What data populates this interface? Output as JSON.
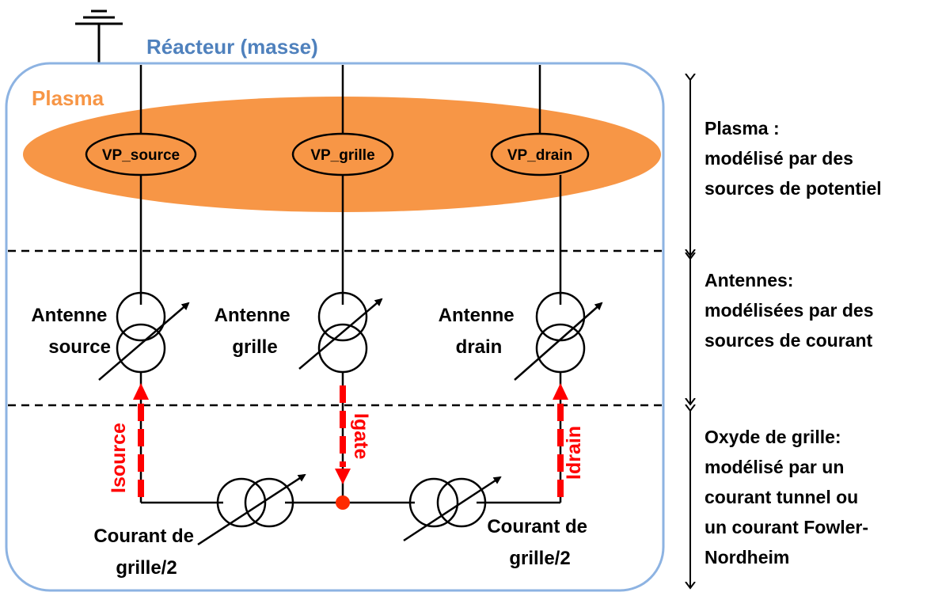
{
  "reactor_label": "Réacteur (masse)",
  "plasma_label": "Plasma",
  "sources": {
    "source": "VP_source",
    "gate": "VP_grille",
    "drain": "VP_drain"
  },
  "antennas": {
    "source": [
      "Antenne",
      "source"
    ],
    "gate": [
      "Antenne",
      "grille"
    ],
    "drain": [
      "Antenne",
      "drain"
    ]
  },
  "currents": {
    "source": "Isource",
    "gate": "Igate",
    "drain": "Idrain"
  },
  "gate_current_left": [
    "Courant de",
    "grille/2"
  ],
  "gate_current_right": [
    "Courant de",
    "grille/2"
  ],
  "side_notes": {
    "plasma": [
      "Plasma :",
      "modélisé par des",
      "sources de potentiel"
    ],
    "antennas": [
      "Antennes:",
      "modélisées par des",
      "sources de courant"
    ],
    "oxide": [
      "Oxyde de grille:",
      "modélisé par un",
      "courant tunnel ou",
      "un courant Fowler-",
      "Nordheim"
    ]
  },
  "colors": {
    "reactor_border": "#8db3e2",
    "reactor_label": "#4f81bd",
    "plasma_fill": "#f79646",
    "current_red": "#ff0000",
    "node_fill": "#ff2a00"
  }
}
